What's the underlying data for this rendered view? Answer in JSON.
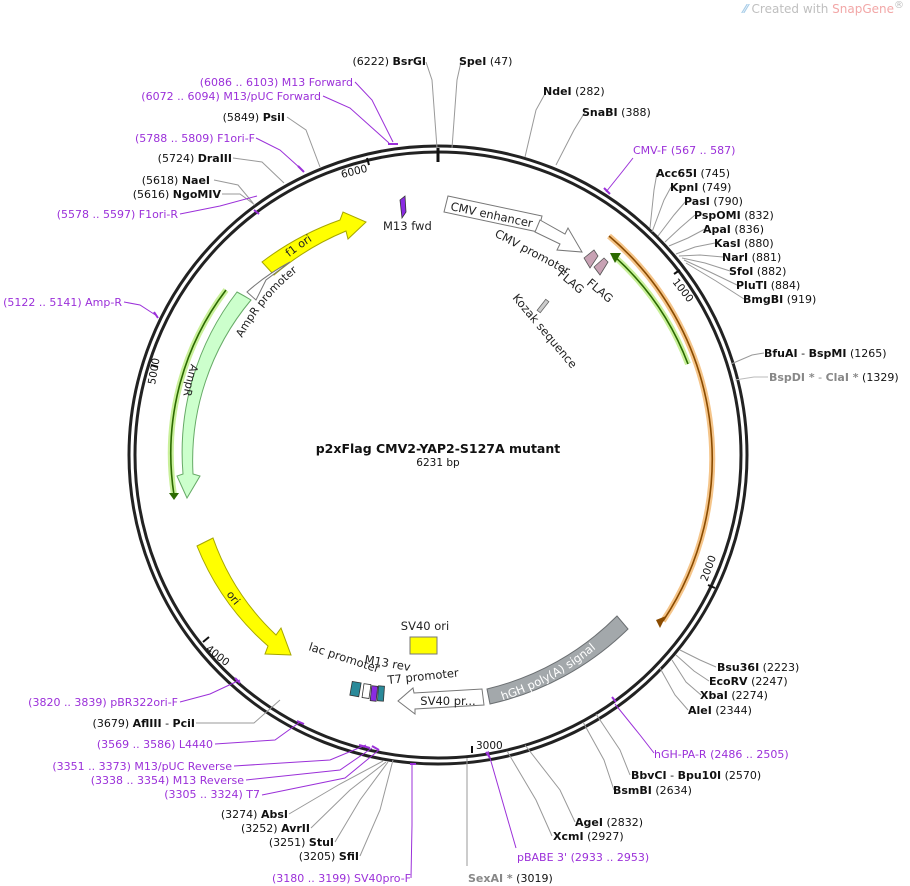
{
  "watermark": {
    "prefix": "Created with ",
    "brand": "SnapGene",
    "reg": "®"
  },
  "plasmid": {
    "name": "p2xFlag CMV2-YAP2-S127A mutant",
    "length_label": "6231 bp",
    "bp": 6231
  },
  "ticks": [
    "1000",
    "2000",
    "3000",
    "4000",
    "5000",
    "6000"
  ],
  "features": [
    {
      "label": "f1 ori",
      "color": "#ffff00",
      "border": "#a6a600"
    },
    {
      "label": "AmpR promoter",
      "color": "#ffffff",
      "border": "#777777"
    },
    {
      "label": "AmpR",
      "color": "#ccffcc",
      "border": "#66aa66"
    },
    {
      "label": "ori",
      "color": "#ffff00",
      "border": "#a6a600"
    },
    {
      "label": "SV40 ori",
      "color": "#ffff00",
      "border": "#777777"
    },
    {
      "label": "lac promoter",
      "color": "#ffffff"
    },
    {
      "label": "M13 rev",
      "color": "#ffffff"
    },
    {
      "label": "T7 promoter",
      "color": "#ffffff"
    },
    {
      "label": "SV40 pr...",
      "color": "#ffffff",
      "border": "#777777"
    },
    {
      "label": "hGH poly(A) signal",
      "color": "#a3a8ab",
      "border": "#6b6f72"
    },
    {
      "label": "CMV enhancer",
      "color": "#ffffff",
      "border": "#777777"
    },
    {
      "label": "CMV promoter",
      "color": "#ffffff",
      "border": "#777777"
    },
    {
      "label": "FLAG",
      "color": "#c8a2b4"
    },
    {
      "label": "FLAG",
      "color": "#c8a2b4"
    },
    {
      "label": "Kozak sequence",
      "color": "#cccccc"
    },
    {
      "label": "M13 fwd",
      "color": "#8a2be2"
    }
  ],
  "sites": [
    {
      "pos": "(6222)",
      "name": "BsrGI"
    },
    {
      "name": "SpeI",
      "pos": "(47)"
    },
    {
      "name": "NdeI",
      "pos": "(282)"
    },
    {
      "name": "SnaBI",
      "pos": "(388)"
    },
    {
      "name": "Acc65I",
      "pos": "(745)"
    },
    {
      "name": "KpnI",
      "pos": "(749)"
    },
    {
      "name": "PasI",
      "pos": "(790)"
    },
    {
      "name": "PspOMI",
      "pos": "(832)"
    },
    {
      "name": "ApaI",
      "pos": "(836)"
    },
    {
      "name": "KasI",
      "pos": "(880)"
    },
    {
      "name": "NarI",
      "pos": "(881)"
    },
    {
      "name": "SfoI",
      "pos": "(882)"
    },
    {
      "name": "PluTI",
      "pos": "(884)"
    },
    {
      "name": "BmgBI",
      "pos": "(919)"
    },
    {
      "name": "BfuAI",
      "sep": " - ",
      "name2": "BspMI",
      "pos": "(1265)"
    },
    {
      "name": "BspDI *",
      "sep": " - ",
      "name2": "ClaI *",
      "pos": "(1329)"
    },
    {
      "name": "Bsu36I",
      "pos": "(2223)"
    },
    {
      "name": "EcoRV",
      "pos": "(2247)"
    },
    {
      "name": "XbaI",
      "pos": "(2274)"
    },
    {
      "name": "AleI",
      "pos": "(2344)"
    },
    {
      "name": "BbvCI",
      "sep": " - ",
      "name2": "Bpu10I",
      "pos": "(2570)"
    },
    {
      "name": "BsmBI",
      "pos": "(2634)"
    },
    {
      "name": "AgeI",
      "pos": "(2832)"
    },
    {
      "name": "XcmI",
      "pos": "(2927)"
    },
    {
      "name": "SexAI *",
      "pos": "(3019)"
    },
    {
      "pos": "(3205)",
      "name": "SfiI"
    },
    {
      "pos": "(3251)",
      "name": "StuI"
    },
    {
      "pos": "(3252)",
      "name": "AvrII"
    },
    {
      "pos": "(3274)",
      "name": "AbsI"
    },
    {
      "pos": "(3679)",
      "name": "AflIII",
      "sep": " - ",
      "name2": "PciI"
    },
    {
      "pos": "(5616)",
      "name": "NgoMIV"
    },
    {
      "pos": "(5618)",
      "name": "NaeI"
    },
    {
      "pos": "(5724)",
      "name": "DraIII"
    },
    {
      "pos": "(5849)",
      "name": "PsiI"
    }
  ],
  "primers": [
    {
      "pos": "(6086 .. 6103)",
      "name": "M13 Forward"
    },
    {
      "pos": "(6072 .. 6094)",
      "name": "M13/pUC Forward"
    },
    {
      "pos": "(5788 .. 5809)",
      "name": "F1ori-F"
    },
    {
      "pos": "(5578 .. 5597)",
      "name": "F1ori-R"
    },
    {
      "pos": "(5122 .. 5141)",
      "name": "Amp-R"
    },
    {
      "name": "CMV-F",
      "pos": "(567 .. 587)"
    },
    {
      "name": "hGH-PA-R",
      "pos": "(2486 .. 2505)"
    },
    {
      "name": "pBABE 3'",
      "pos": "(2933 .. 2953)"
    },
    {
      "pos": "(3180 .. 3199)",
      "name": "SV40pro-F"
    },
    {
      "pos": "(3305 .. 3324)",
      "name": "T7"
    },
    {
      "pos": "(3338 .. 3354)",
      "name": "M13 Reverse"
    },
    {
      "pos": "(3351 .. 3373)",
      "name": "M13/pUC Reverse"
    },
    {
      "pos": "(3569 .. 3586)",
      "name": "L4440"
    },
    {
      "pos": "(3820 .. 3839)",
      "name": "pBR322ori-F"
    }
  ],
  "colors": {
    "primer": "#9b30d9",
    "site": "#000000",
    "site_dim": "#888888",
    "outline": "#222222"
  }
}
